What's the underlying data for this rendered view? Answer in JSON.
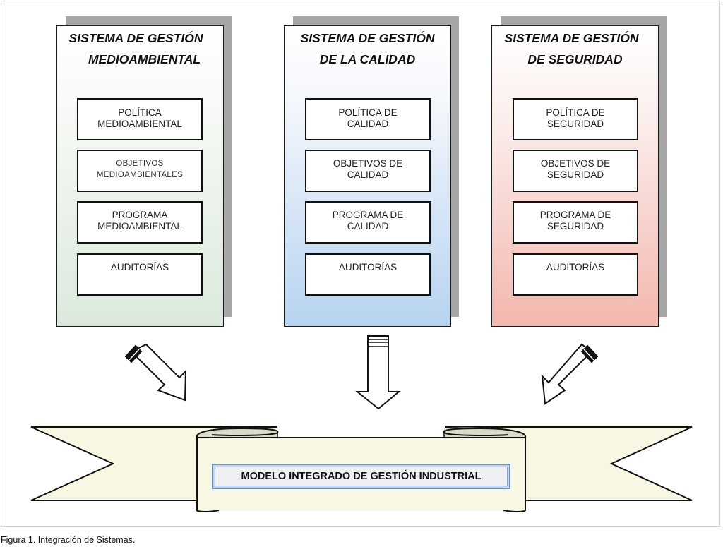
{
  "figure": {
    "caption": "Figura 1. Integración de Sistemas.",
    "colors": {
      "environmental_tint": "#dbe9dc",
      "quality_tint": "#b7d3f0",
      "safety_tint": "#f3b7ae",
      "banner_fill": "#f8f7e4",
      "shadow": "#a6a6a6"
    }
  },
  "systems": [
    {
      "title_line1": "SISTEMA DE GESTIÓN",
      "title_line2": "MEDIOAMBIENTAL",
      "items": [
        {
          "line1": "POLÍTICA",
          "line2": "MEDIOAMBIENTAL"
        },
        {
          "line1": "OBJETIVOS",
          "line2": "MEDIOAMBIENTALES"
        },
        {
          "line1": "PROGRAMA",
          "line2": "MEDIOAMBIENTAL"
        },
        {
          "line1": "AUDITORÍAS",
          "line2": ""
        }
      ]
    },
    {
      "title_line1": "SISTEMA DE GESTIÓN",
      "title_line2": "DE LA CALIDAD",
      "items": [
        {
          "line1": "POLÍTICA DE",
          "line2": "CALIDAD"
        },
        {
          "line1": "OBJETIVOS DE",
          "line2": "CALIDAD"
        },
        {
          "line1": "PROGRAMA DE",
          "line2": "CALIDAD"
        },
        {
          "line1": "AUDITORÍAS",
          "line2": ""
        }
      ]
    },
    {
      "title_line1": "SISTEMA DE GESTIÓN",
      "title_line2": "DE SEGURIDAD",
      "items": [
        {
          "line1": "POLÍTICA DE",
          "line2": "SEGURIDAD"
        },
        {
          "line1": "OBJETIVOS DE",
          "line2": "SEGURIDAD"
        },
        {
          "line1": "PROGRAMA DE",
          "line2": "SEGURIDAD"
        },
        {
          "line1": "AUDITORÍAS",
          "line2": ""
        }
      ]
    }
  ],
  "arrows": [
    {
      "icon": "arrow-down-right-icon"
    },
    {
      "icon": "arrow-down-icon"
    },
    {
      "icon": "arrow-down-left-icon"
    }
  ],
  "banner": {
    "icon": "ribbon-banner-icon",
    "label": "MODELO INTEGRADO DE GESTIÓN INDUSTRIAL"
  }
}
